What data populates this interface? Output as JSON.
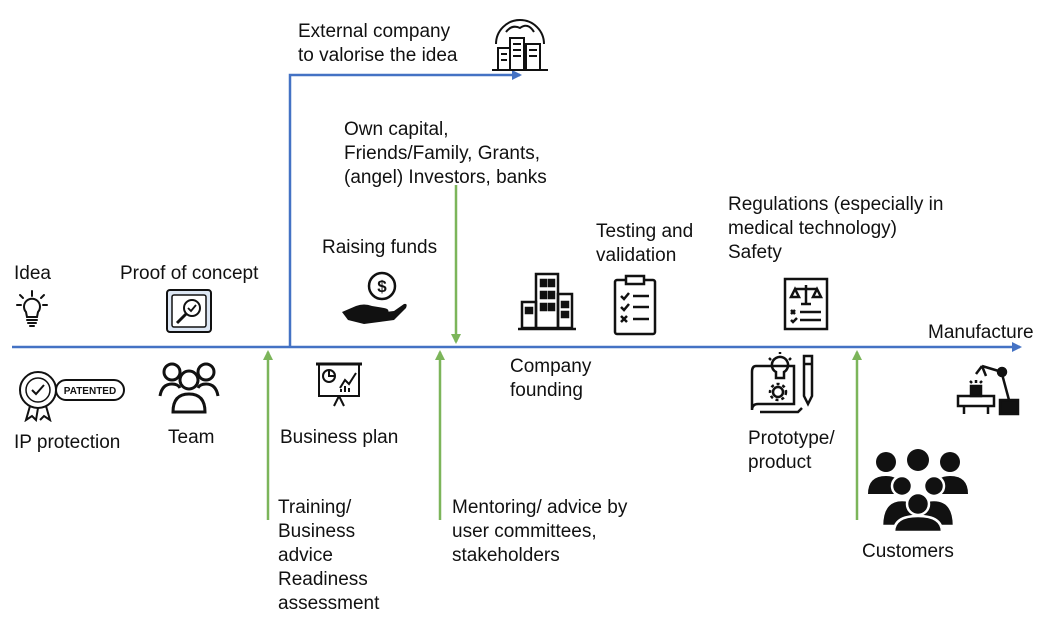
{
  "colors": {
    "timeline": "#4472C4",
    "support_arrow": "#7CB55A",
    "ink": "#111111"
  },
  "labels": {
    "idea": "Idea",
    "proof_of_concept": "Proof of concept",
    "external_company": "External company\nto valorise the idea",
    "funding_sources": "Own capital,\nFriends/Family, Grants,\n(angel) Investors, banks",
    "raising_funds": "Raising funds",
    "testing_validation": "Testing and\nvalidation",
    "regulations": "Regulations (especially in\nmedical technology)\nSafety",
    "manufacture": "Manufacture",
    "ip_protection": "IP protection",
    "team": "Team",
    "business_plan": "Business plan",
    "company_founding": "Company\nfounding",
    "prototype": "Prototype/\nproduct",
    "training": "Training/\nBusiness\nadvice\nReadiness\nassessment",
    "mentoring": "Mentoring/ advice by\nuser committees,\nstakeholders",
    "customers": "Customers",
    "patent_badge": "PATENTED"
  },
  "icons": [
    "lightbulb-icon",
    "magnifier-check-icon",
    "city-globe-icon",
    "money-hand-icon",
    "office-building-icon",
    "clipboard-checklist-icon",
    "law-document-icon",
    "robot-arm-icon",
    "patent-badge-icon",
    "team-icon",
    "presentation-chart-icon",
    "blueprint-prototype-icon",
    "customers-crowd-icon"
  ]
}
